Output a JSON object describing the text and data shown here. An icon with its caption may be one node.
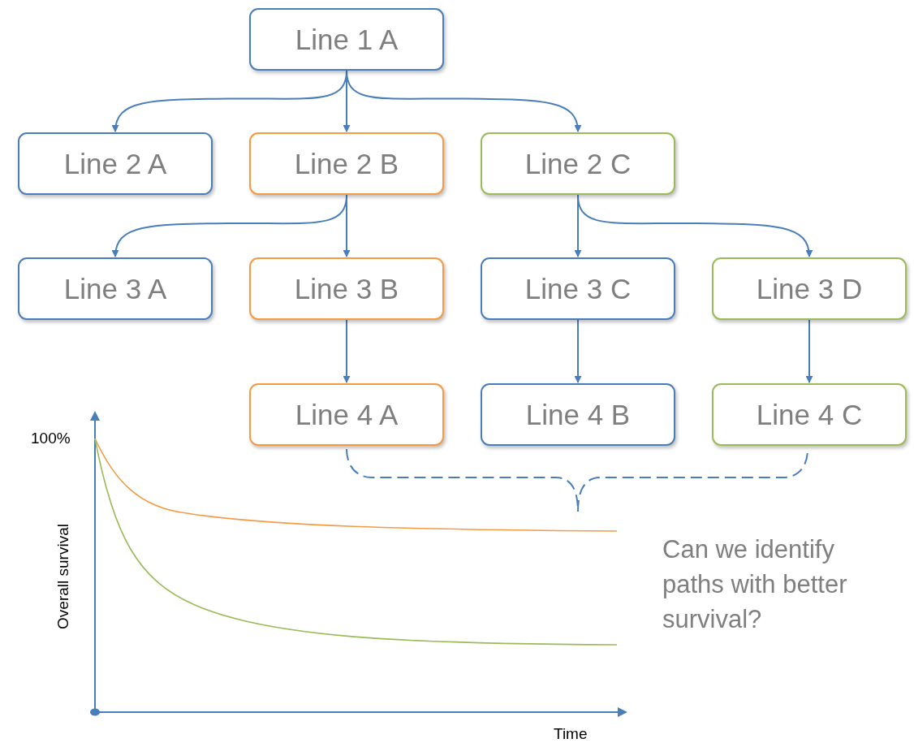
{
  "diagram": {
    "nodes": [
      {
        "text": [
          "Line 1 A"
        ]
      },
      {
        "text": [
          "Line 2 A"
        ]
      },
      {
        "text": [
          "Line 2 B"
        ]
      },
      {
        "text": [
          "Line 2 C"
        ]
      },
      {
        "text": [
          "Line 3 A"
        ]
      },
      {
        "text": [
          "Line 3 B"
        ]
      },
      {
        "text": [
          "Line 3 C"
        ]
      },
      {
        "text": [
          "Line 3 D"
        ]
      },
      {
        "text": [
          "Line 4 A"
        ]
      },
      {
        "text": [
          "Line 4 B"
        ]
      },
      {
        "text": [
          "Line 4 C"
        ]
      }
    ],
    "edges": [
      {
        "from": 0,
        "to": 1,
        "arrow": "to"
      },
      {
        "from": 0,
        "to": 2,
        "arrow": "to"
      },
      {
        "from": 0,
        "to": 3,
        "arrow": "to"
      },
      {
        "from": 2,
        "to": 4,
        "arrow": "to"
      },
      {
        "from": 2,
        "to": 5,
        "arrow": "to"
      },
      {
        "from": 3,
        "to": 6,
        "arrow": "to"
      },
      {
        "from": 3,
        "to": 7,
        "arrow": "to"
      },
      {
        "from": 5,
        "to": 8,
        "arrow": "to"
      },
      {
        "from": 6,
        "to": 9,
        "arrow": "to"
      },
      {
        "from": 7,
        "to": 10,
        "arrow": "to"
      }
    ],
    "labels": [
      "100%",
      "Overall survival",
      "Can we identify paths with better survival?",
      "Time"
    ]
  }
}
